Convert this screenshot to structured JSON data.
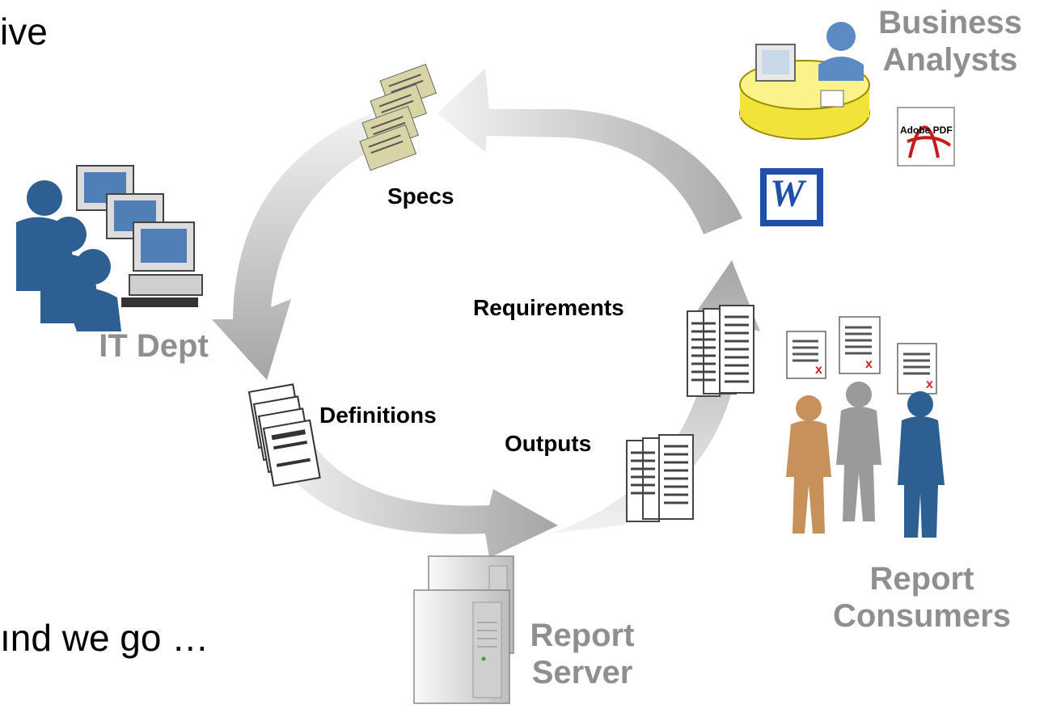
{
  "slide": {
    "top_left_fragment": "ive",
    "bottom_left_fragment": "ınd we go …"
  },
  "actors": {
    "business_analysts": [
      "Business",
      "Analysts"
    ],
    "it_dept": "IT Dept",
    "report_consumers": [
      "Report",
      "Consumers"
    ],
    "report_server": [
      "Report",
      "Server"
    ]
  },
  "labels": {
    "specs": "Specs",
    "requirements": "Requirements",
    "definitions": "Definitions",
    "outputs": "Outputs"
  },
  "icons": {
    "pdf_label": "Adobe PDF",
    "word_label": "W"
  },
  "colors": {
    "actor_text": "#8f8f8f",
    "arrow_dark": "#a8a8a8",
    "arrow_light": "#f2f2f2",
    "people_blue": "#2e5f93",
    "person_orange": "#c8905a",
    "person_gray": "#9a9a9a",
    "desk_yellow": "#f2e33a",
    "pdf_red": "#c61b1b",
    "word_blue": "#1f4fa8"
  }
}
